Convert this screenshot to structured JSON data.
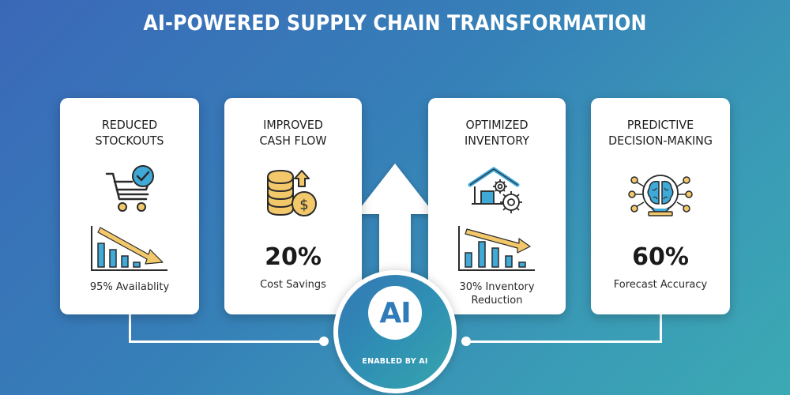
{
  "title": "AI-POWERED SUPPLY CHAIN TRANSFORMATION",
  "colors": {
    "background_start": "#3a68b8",
    "background_end": "#3ba9b4",
    "card_bg": "#ffffff",
    "icon_blue": "#3fa9d8",
    "icon_gold": "#f3c86a",
    "icon_stroke": "#2a2a2a",
    "ai_text": "#2f7ab8"
  },
  "cards": [
    {
      "title_line1": "REDUCED",
      "title_line2": "STOCKOUTS",
      "icon": "shopping-cart-check-icon",
      "chart_icon": "declining-bar-chart-icon",
      "caption_line1": "95% Availablity"
    },
    {
      "title_line1": "IMPROVED",
      "title_line2": "CASH FLOW",
      "icon": "coins-dollar-up-icon",
      "value": "20%",
      "caption_line1": "Cost Savings"
    },
    {
      "title_line1": "OPTIMIZED",
      "title_line2": "INVENTORY",
      "icon": "warehouse-gears-icon",
      "chart_icon": "declining-bar-chart-icon",
      "caption_line1": "30% Inventory",
      "caption_line2": "Reduction"
    },
    {
      "title_line1": "PREDICTIVE",
      "title_line2": "DECISION-MAKING",
      "icon": "brain-network-globe-icon",
      "value": "60%",
      "caption_line1": "Forecast Accuracy"
    }
  ],
  "hub": {
    "label": "AI",
    "caption": "ENABLED BY AI",
    "arrow_icon": "up-arrow-icon"
  }
}
